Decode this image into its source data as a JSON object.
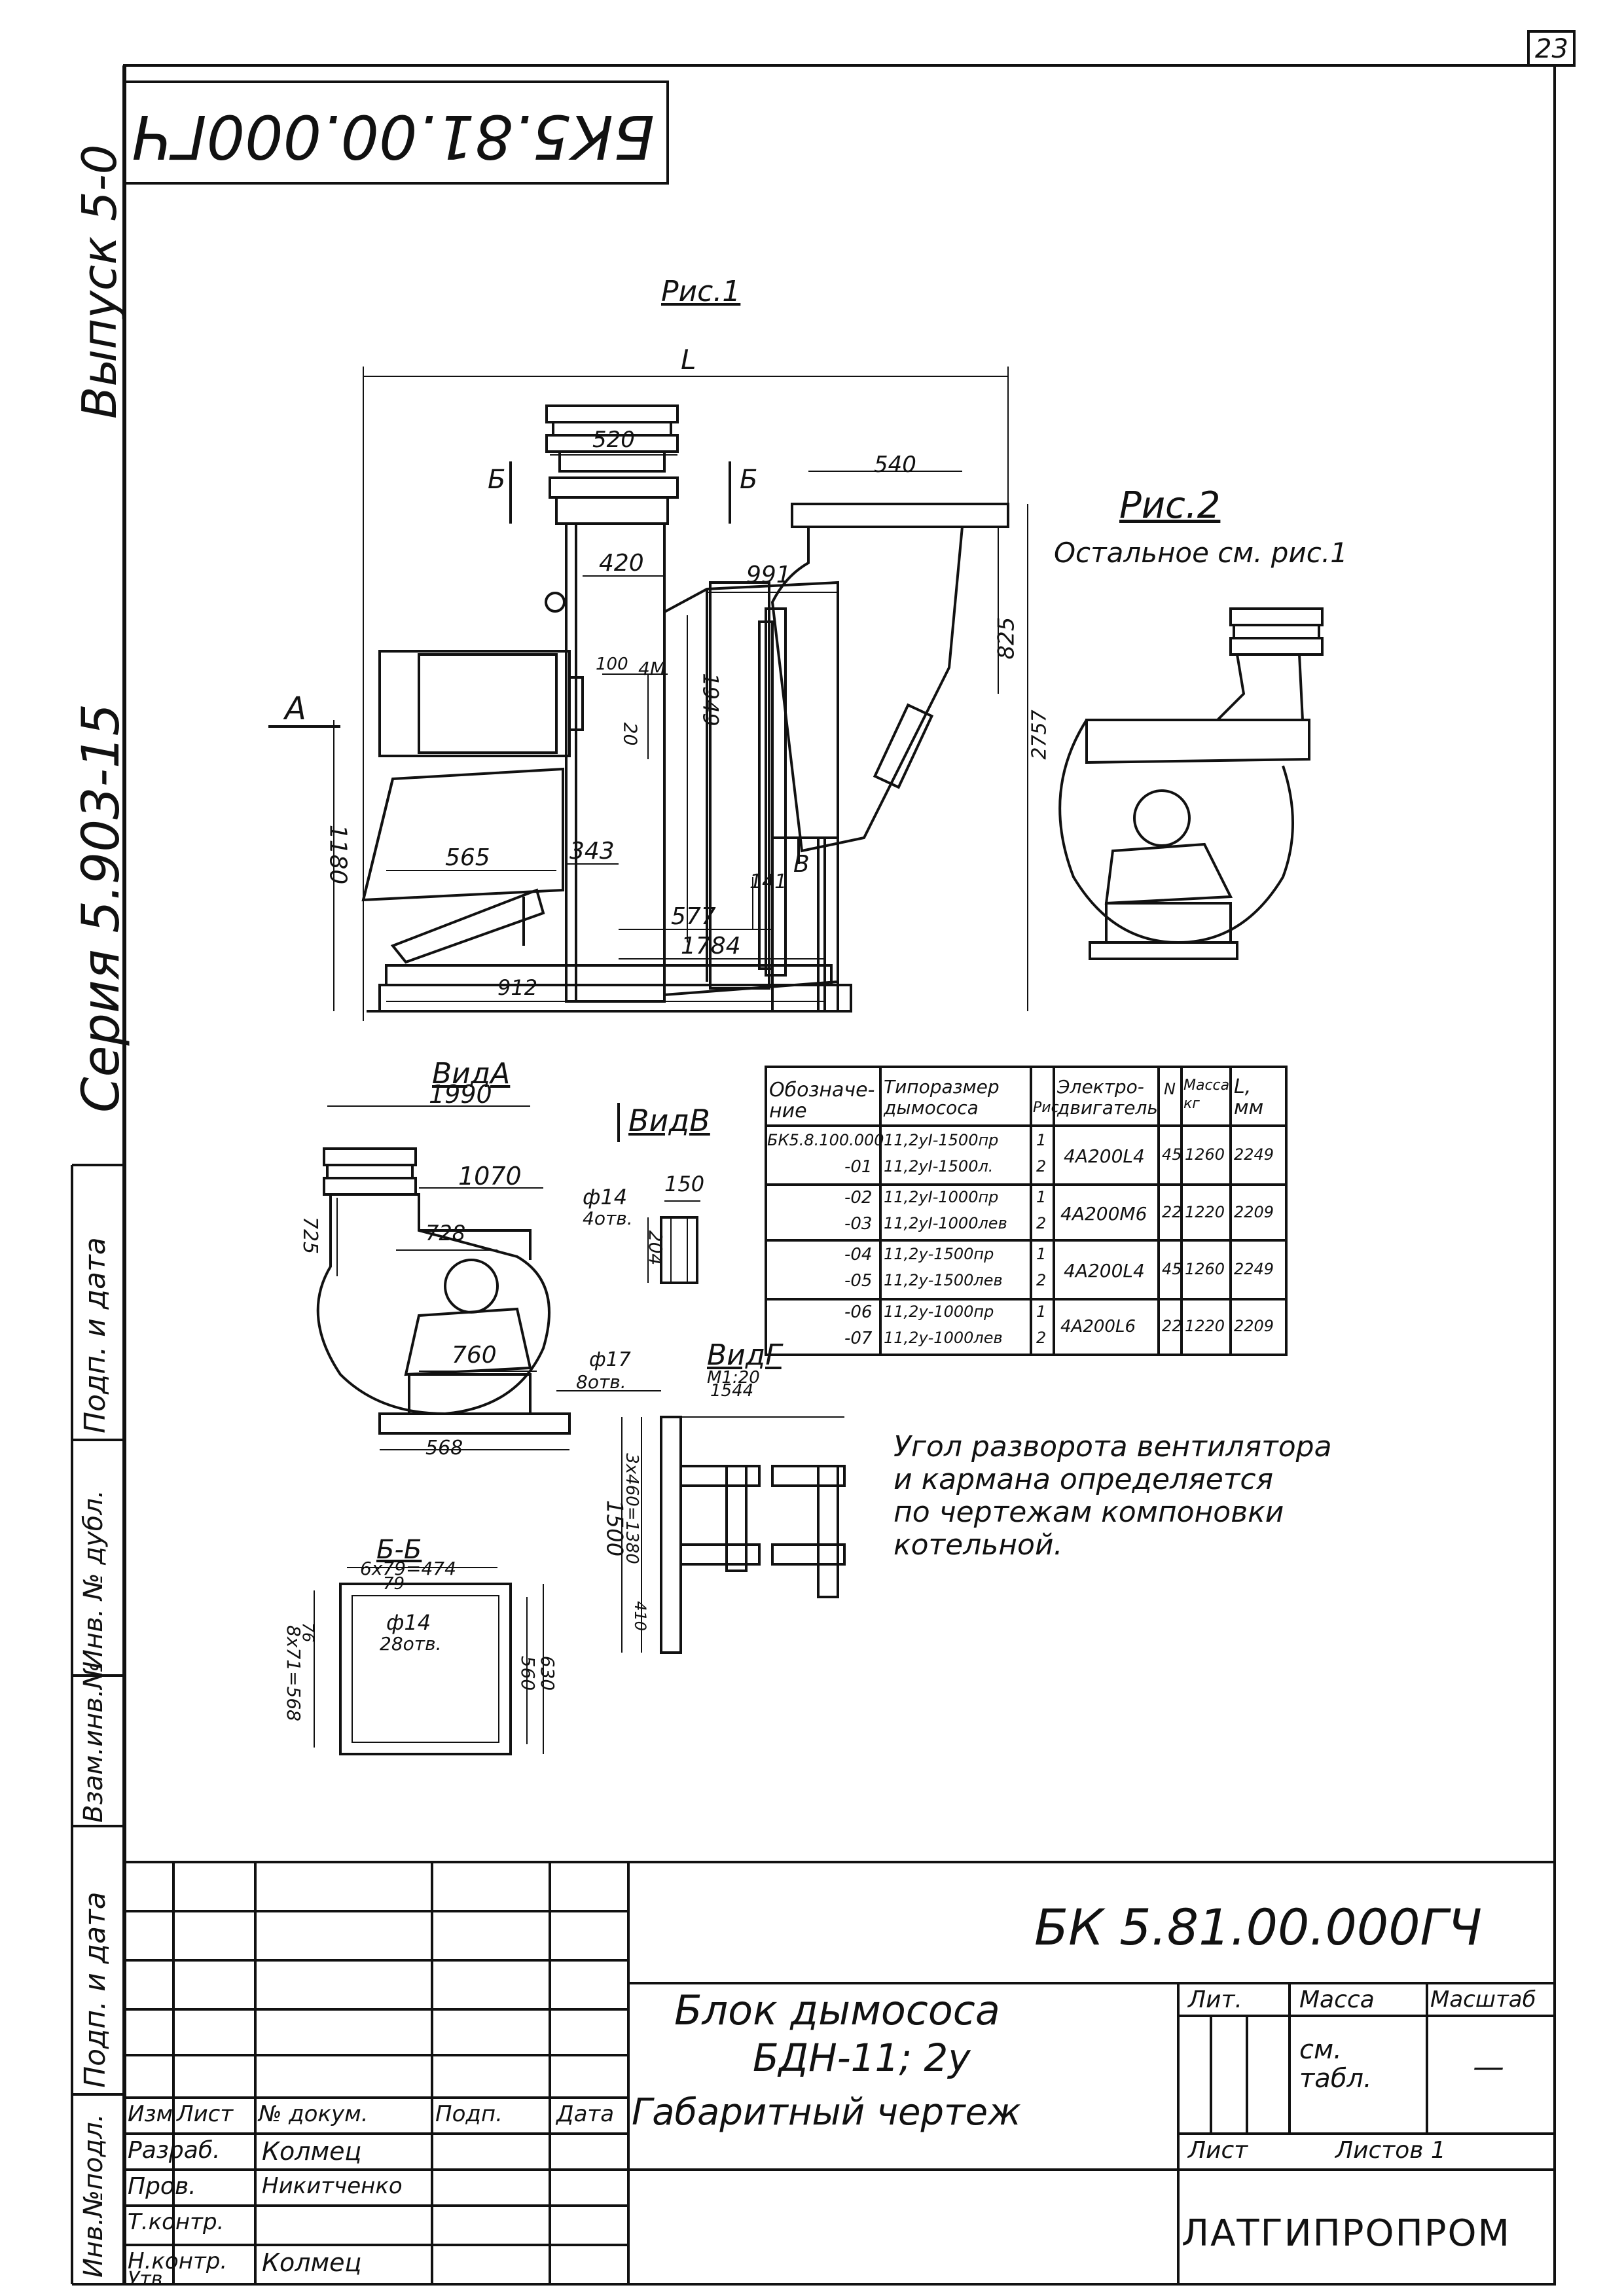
{
  "sheet": {
    "page_number": "23",
    "designation_rotated": "БК5.81.00.000ГЧ",
    "designation": "БК 5.81.00.000ГЧ",
    "series": "Серия 5.903-15",
    "issue": "Выпуск 5-0"
  },
  "left_strip": [
    "Подп. и дата",
    "Инв. № дубл.",
    "Взам.инв.№",
    "Подп. и дата",
    "Инв.№подл."
  ],
  "figures": {
    "fig1": "Рис.1",
    "fig2": "Рис.2",
    "fig2_note": "Остальное см. рис.1",
    "view_a": "ВидА",
    "view_b": "ВидВ",
    "view_g": "ВидГ",
    "view_g_scale": "М1:20",
    "section_bb": "Б-Б",
    "section_mark": "Б",
    "view_mark_a": "А",
    "view_mark_v": "В"
  },
  "dimensions": {
    "L": "L",
    "d520": "520",
    "d540": "540",
    "d420": "420",
    "d991": "991",
    "d825": "825",
    "d1949": "1949",
    "d2757": "2757",
    "d100": "100",
    "d4m": "4М",
    "d20": "20",
    "d1180": "1180",
    "d565": "565",
    "d343": "343",
    "d577": "577",
    "d141": "141",
    "d1784": "1784",
    "d912": "912",
    "d1990": "1990",
    "d1070": "1070",
    "d728": "728",
    "d725": "725",
    "d760": "760",
    "d568": "568",
    "hole14": "ф14",
    "hole14_count": "4отв.",
    "d150": "150",
    "d204": "204",
    "hole17": "ф17",
    "hole17_count": "8отв.",
    "d1544": "1544",
    "d1500": "1500",
    "d3x460": "3х460=1380",
    "d410": "410",
    "sec_top": "6х79=474",
    "sec_79": "79",
    "sec_hole": "ф14",
    "sec_hole_count": "28отв.",
    "sec_left": "8х71=568",
    "sec_76": "76",
    "sec_560": "560",
    "sec_630": "630"
  },
  "spec_table": {
    "headers": [
      "Обозначе-ние",
      "Типоразмер дымососа",
      "Рис",
      "Электро-двигатель",
      "N",
      "Масса кг",
      "L, мм"
    ],
    "rows": [
      [
        "БК5.8.100.000",
        "11,2уI-1500пр",
        "1",
        "4А200L4",
        "45",
        "1260",
        "2249"
      ],
      [
        "-01",
        "11,2уI-1500л.",
        "2",
        "",
        "",
        "",
        ""
      ],
      [
        "-02",
        "11,2уI-1000пр",
        "1",
        "4А200М6",
        "22",
        "1220",
        "2209"
      ],
      [
        "-03",
        "11,2уI-1000лев",
        "2",
        "",
        "",
        "",
        ""
      ],
      [
        "-04",
        "11,2у-1500пр",
        "1",
        "4А200L4",
        "45",
        "1260",
        "2249"
      ],
      [
        "-05",
        "11,2у-1500лев",
        "2",
        "",
        "",
        "",
        ""
      ],
      [
        "-06",
        "11,2у-1000пр",
        "1",
        "4А200L6",
        "22",
        "1220",
        "2209"
      ],
      [
        "-07",
        "11,2у-1000лев",
        "2",
        "",
        "",
        "",
        ""
      ]
    ]
  },
  "note": "Угол разворота вентилятора и кармана определяется по чертежам компоновки котельной.",
  "note_lines": [
    "Угол разворота вентилятора",
    "и кармана определяется",
    "по чертежам компоновки",
    "котельной."
  ],
  "title_block": {
    "code": "БК 5.81.00.000ГЧ",
    "title_line1": "Блок дымососа",
    "title_line2": "БДН-11; 2у",
    "title_line3": "Габаритный чертеж",
    "col_headers": [
      "Изм",
      "Лист",
      "№ докум.",
      "Подп.",
      "Дата"
    ],
    "roles": [
      {
        "role": "Разраб.",
        "name": "Колмец"
      },
      {
        "role": "Пров.",
        "name": "Никитченко"
      },
      {
        "role": "Т.контр.",
        "name": ""
      },
      {
        "role": "",
        "name": ""
      },
      {
        "role": "Н.контр.",
        "name": "Колмец"
      },
      {
        "role": "Утв.",
        "name": ""
      }
    ],
    "lit": "Лит.",
    "mass": "Масса",
    "scale": "Масштаб",
    "mass_value": "см. табл.",
    "scale_value": "—",
    "sheet": "Лист",
    "sheets": "Листов 1",
    "org": "ЛАТГИПРОПРОМ"
  }
}
